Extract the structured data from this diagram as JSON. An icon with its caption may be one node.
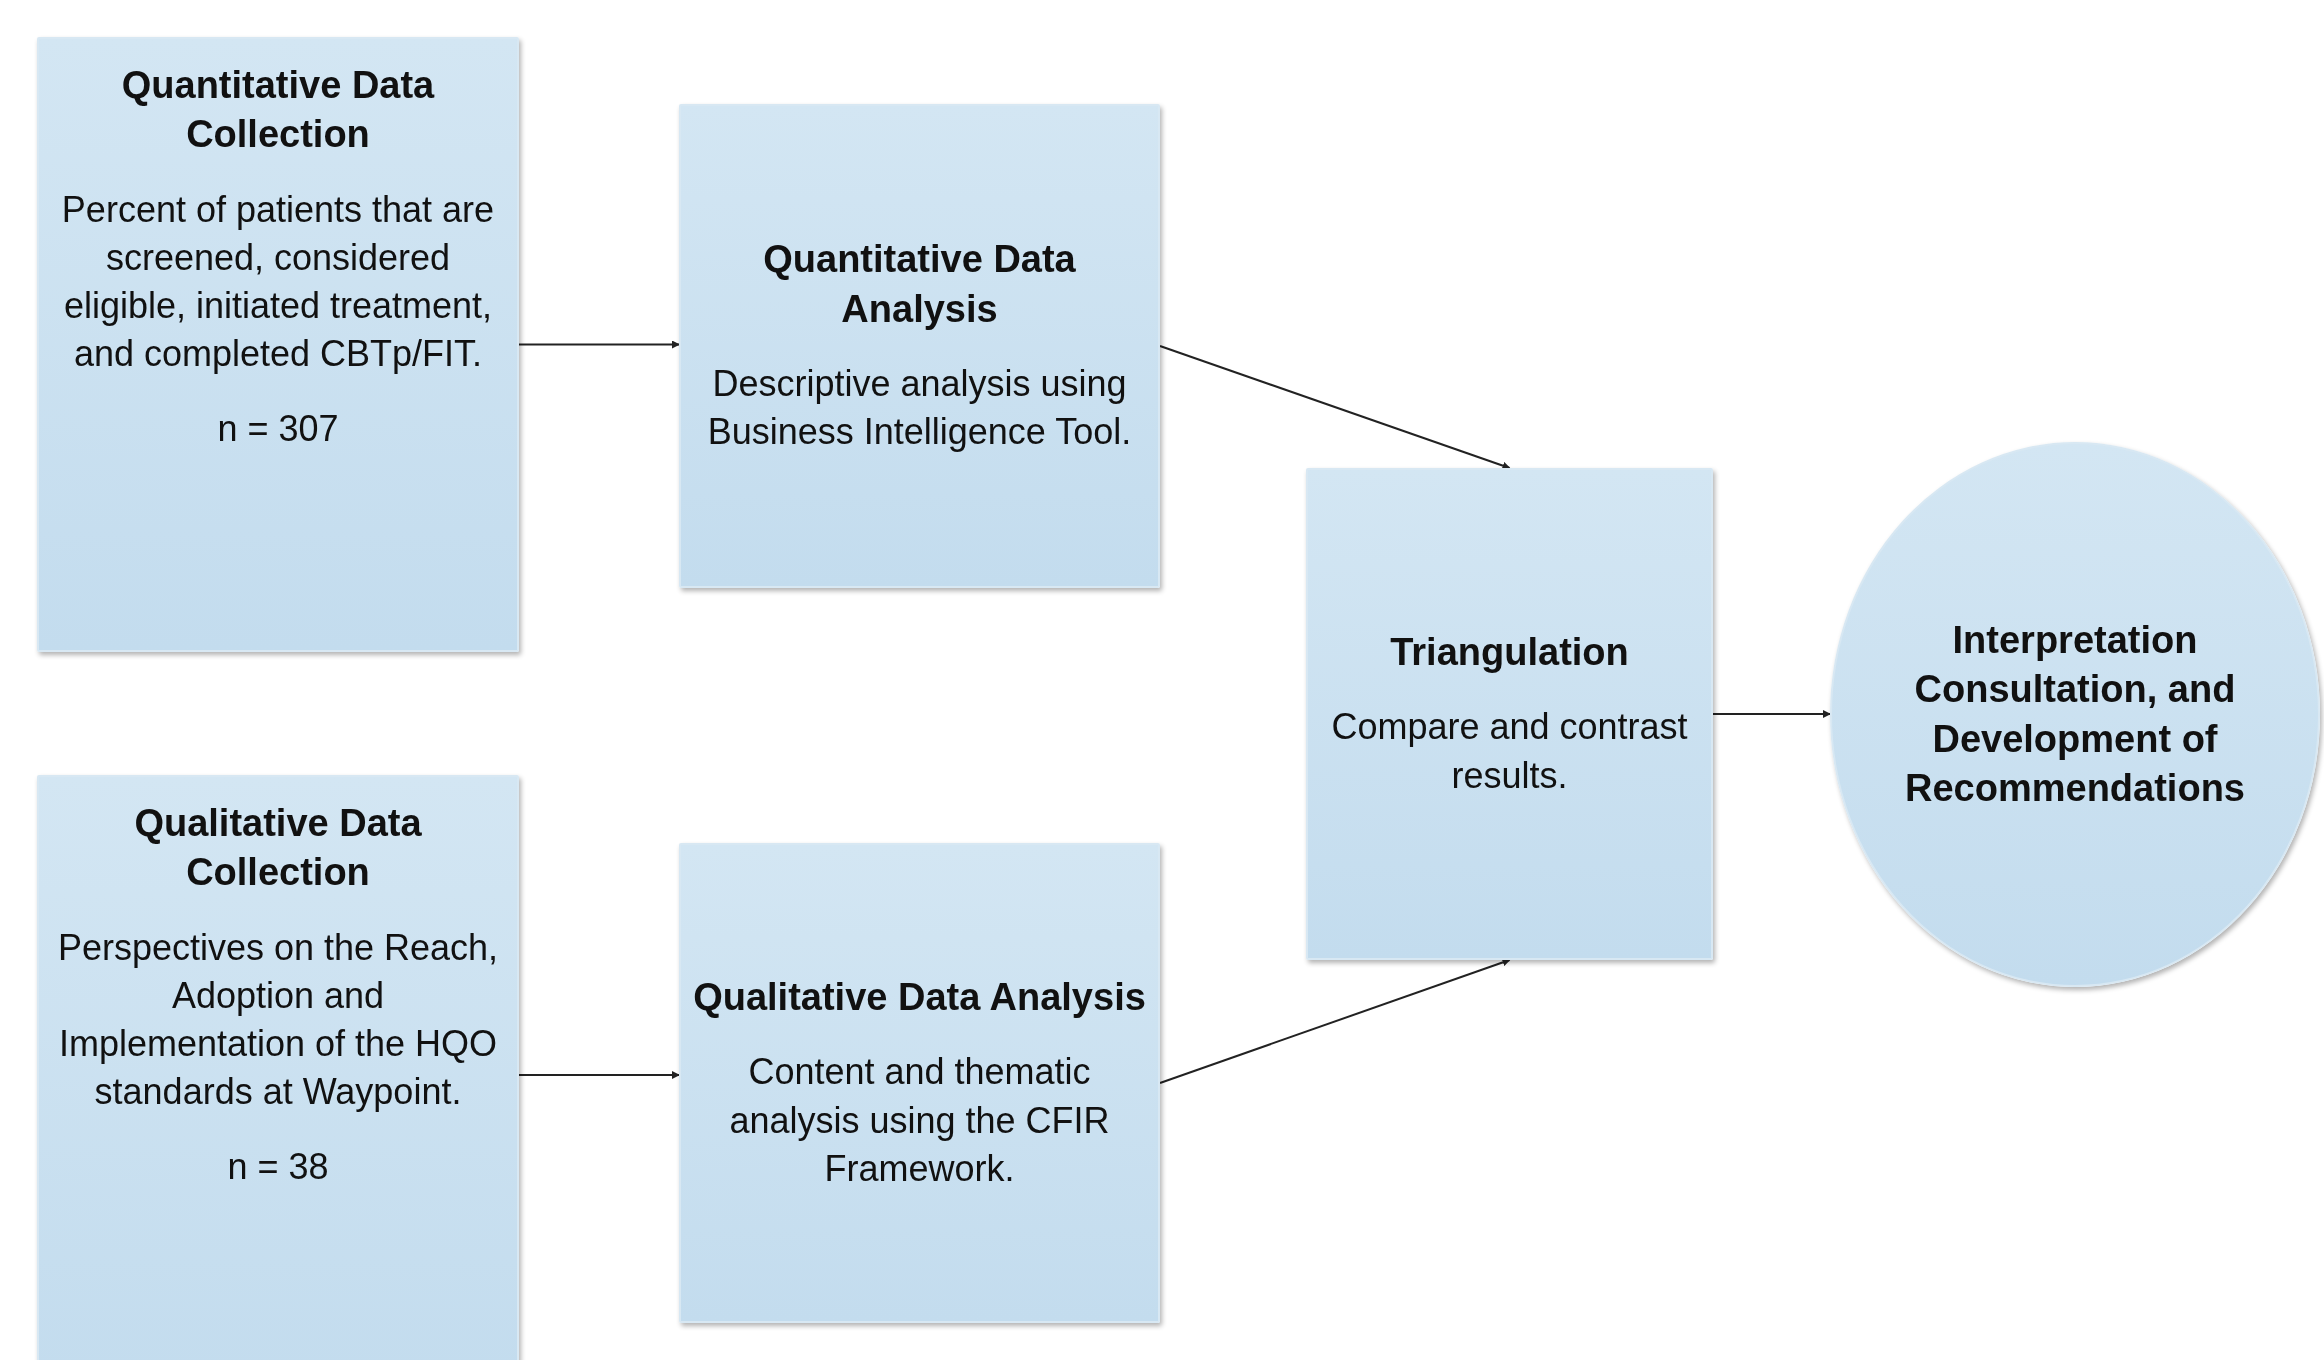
{
  "diagram": {
    "nodes": [
      {
        "text": [
          "Quantitative Data Collection",
          "Percent of patients that are screened, considered eligible, initiated treatment, and completed CBTp/FIT.",
          "n = 307"
        ]
      },
      {
        "text": [
          "Quantitative Data Analysis",
          "Descriptive analysis using Business Intelligence Tool."
        ]
      },
      {
        "text": [
          "Triangulation",
          "Compare and contrast results."
        ]
      },
      {
        "text": [
          "Interpretation Consultation, and Development of Recommendations"
        ]
      },
      {
        "text": [
          "Qualitative Data Collection",
          "Perspectives on the Reach, Adoption and Implementation of the HQO standards at Waypoint.",
          "n = 38"
        ]
      },
      {
        "text": [
          "Qualitative Data Analysis",
          "Content and thematic analysis using the CFIR Framework."
        ]
      }
    ],
    "edges": [
      {
        "from": 0,
        "to": 1,
        "arrow": "to"
      },
      {
        "from": 1,
        "to": 2,
        "arrow": "to"
      },
      {
        "from": 4,
        "to": 5,
        "arrow": "to"
      },
      {
        "from": 5,
        "to": 2,
        "arrow": "to"
      },
      {
        "from": 2,
        "to": 3,
        "arrow": "to"
      }
    ]
  }
}
